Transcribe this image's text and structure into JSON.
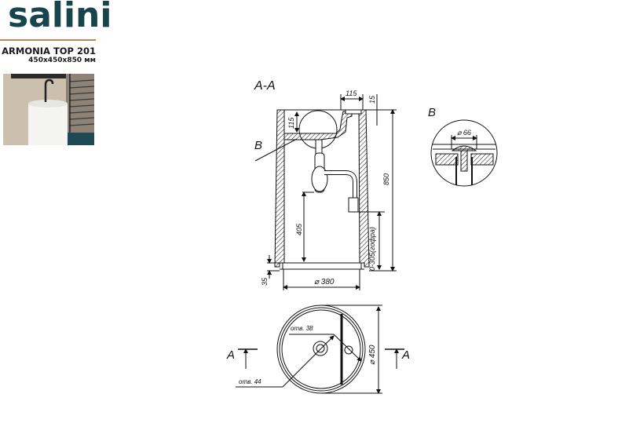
{
  "brand": {
    "name": "salini",
    "color": "#17444d",
    "rule_color": "#b48a5a"
  },
  "product": {
    "model": "ARMONIA TOP 201",
    "dimensions": "450x450x850 мм"
  },
  "photo": {
    "description": "white round freestanding washbasin with black faucet"
  },
  "section_view": {
    "title": "A-A",
    "detail_callout": "B",
    "dimensions": {
      "top_ledge_width": "115",
      "top_ledge_height": "15",
      "bowl_depth": "115",
      "total_height": "850",
      "siphon_height": "405",
      "drain_range": "0-305(гофра)",
      "base_height": "35",
      "base_diameter": "⌀ 380"
    }
  },
  "detail_view": {
    "title": "B",
    "diameter": "⌀ 66"
  },
  "plan_view": {
    "hole_1": "отв. 38",
    "hole_2": "отв. 44",
    "diameter": "⌀ 450",
    "section_mark_left": "A",
    "section_mark_right": "A"
  }
}
